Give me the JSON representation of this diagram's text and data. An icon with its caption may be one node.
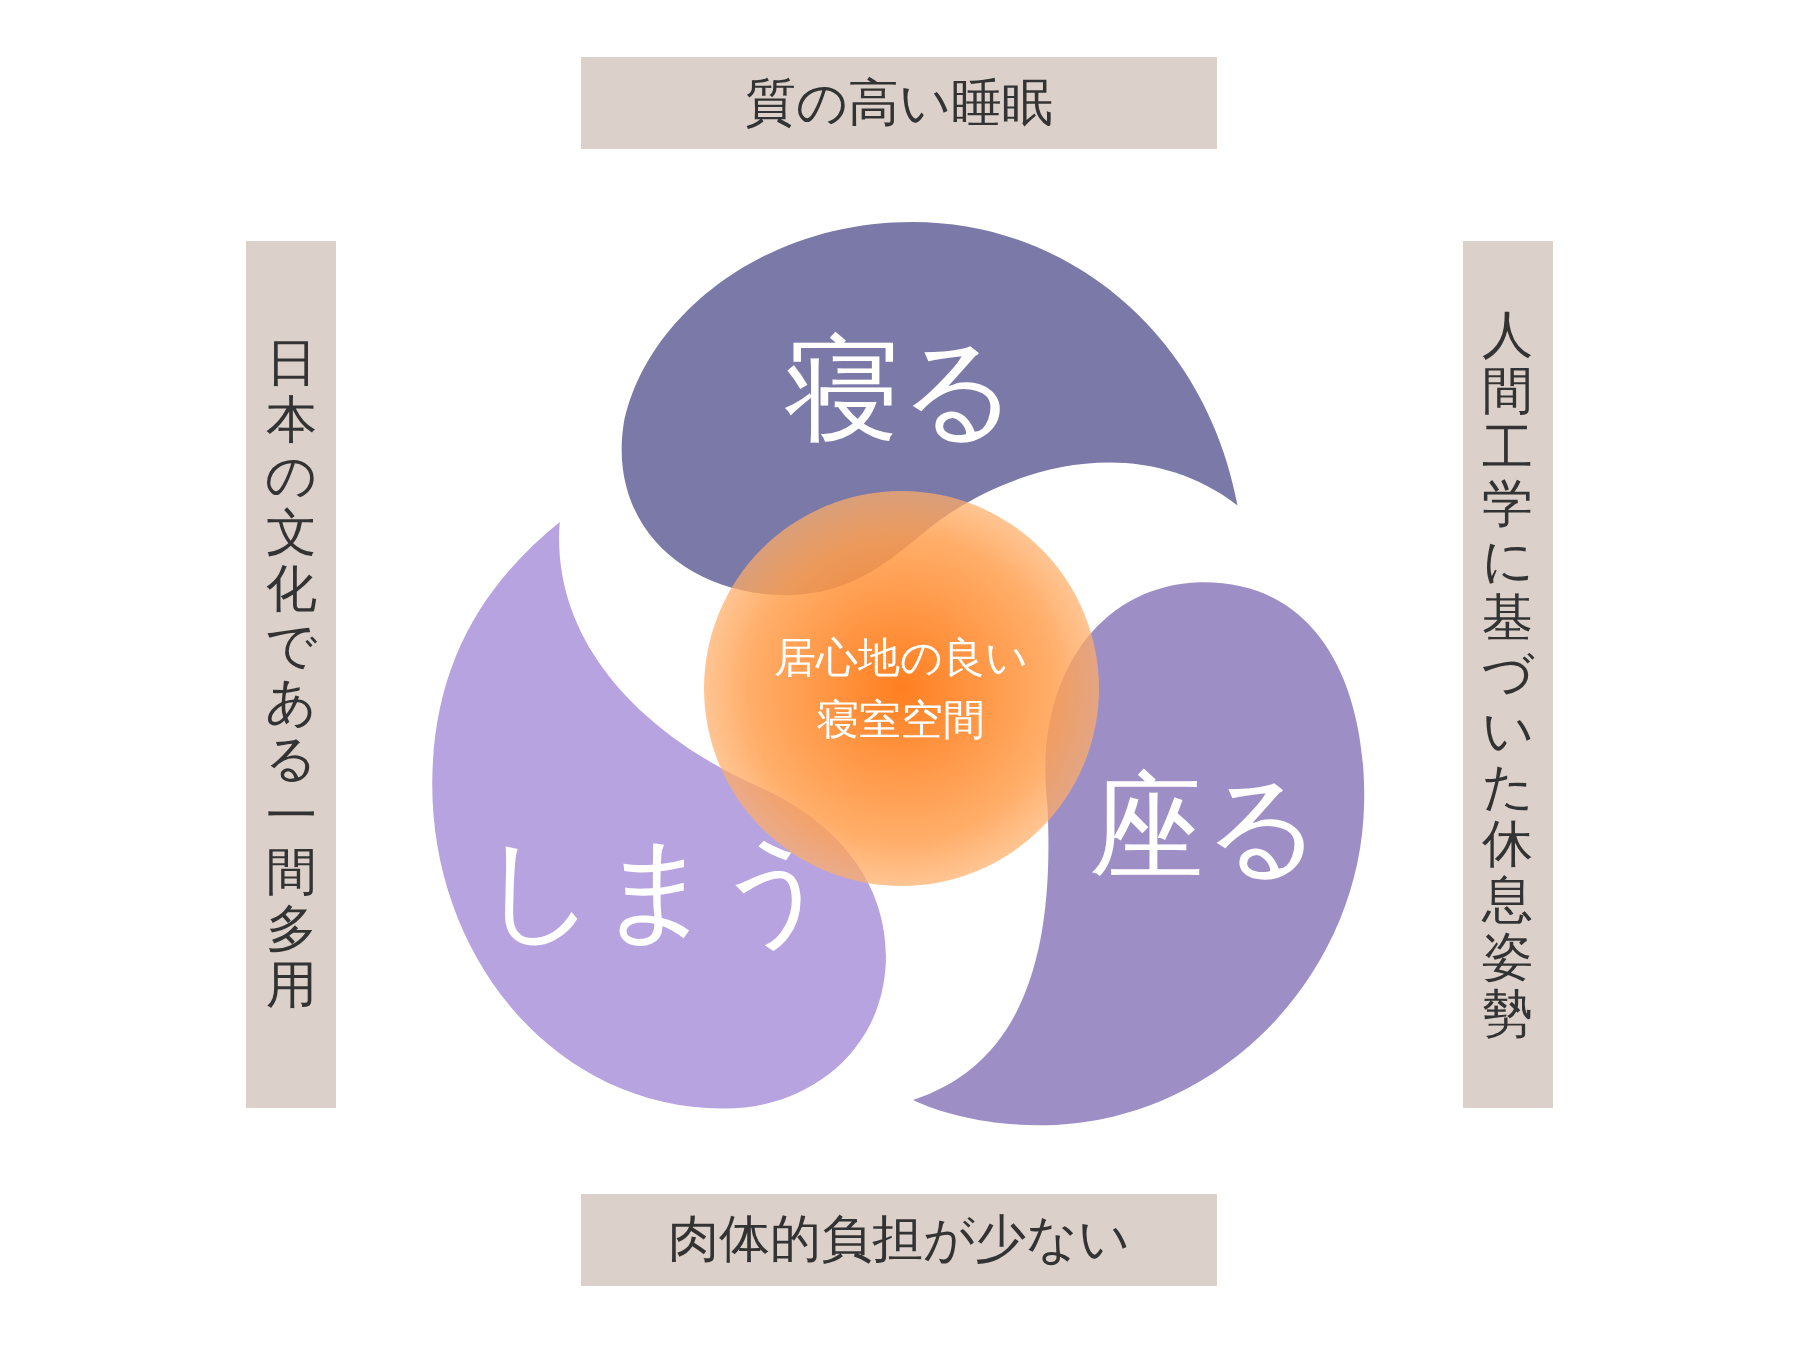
{
  "diagram": {
    "nodes": [
      {
        "text": [
          "質の高い睡眠"
        ]
      },
      {
        "text": [
          "日本の文化である一間多用"
        ]
      },
      {
        "text": [
          "人間工学に基づいた休息姿勢"
        ]
      },
      {
        "text": [
          "寝る"
        ]
      },
      {
        "text": [
          "しまう"
        ]
      },
      {
        "text": [
          "座る"
        ]
      },
      {
        "text": [
          "居心地の良い寝室空間"
        ]
      },
      {
        "text": [
          "肉体的負担が少ない"
        ]
      }
    ]
  }
}
